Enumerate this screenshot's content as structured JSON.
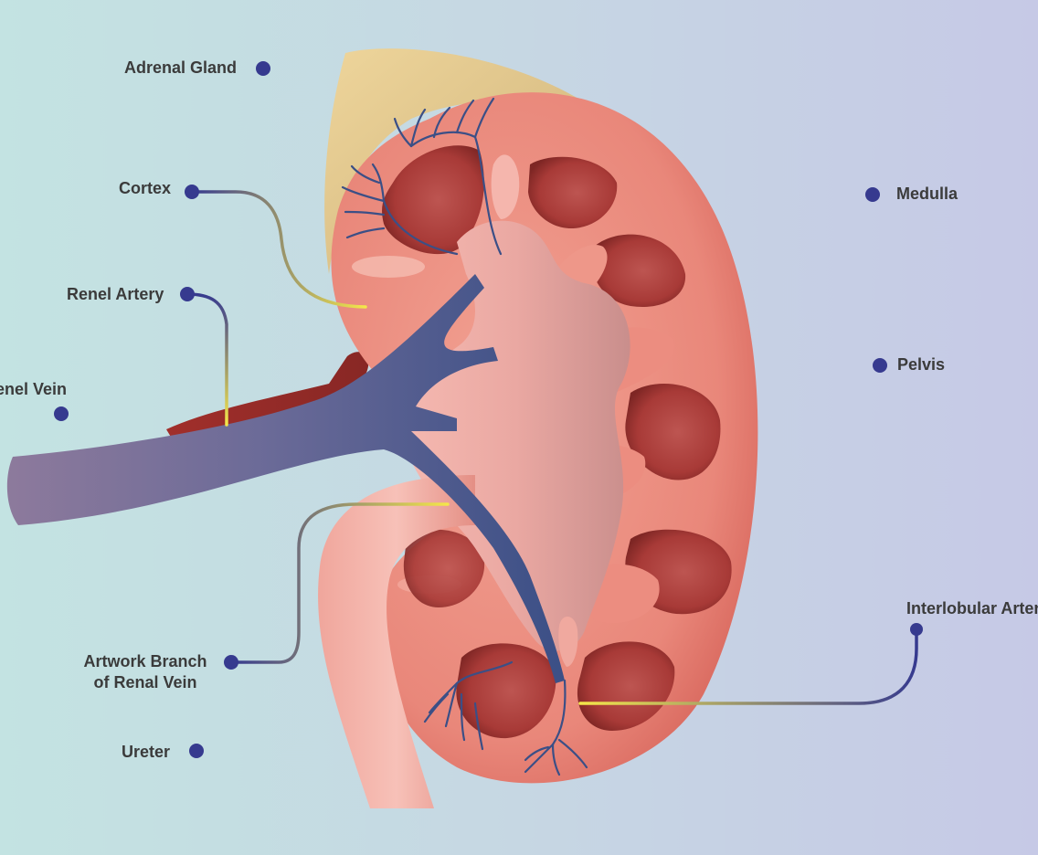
{
  "diagram": {
    "labels": {
      "adrenal_gland": "Adrenal Gland",
      "cortex": "Cortex",
      "renal_artery": "Renel Artery",
      "renal_vein": "Renel Vein",
      "branch_renal_vein_line1": "Artwork Branch",
      "branch_renal_vein_line2": "of Renal Vein",
      "ureter": "Ureter",
      "medulla": "Medulla",
      "pelvis": "Pelvis",
      "interlobular_artery": "Interlobular Artery"
    },
    "colors": {
      "background_left": "#c3e3e2",
      "background_right": "#c6c9e6",
      "label_text": "#3b3b3b",
      "pointer_dot": "#363a8f",
      "pointer_highlight": "#f4e64a",
      "cortex": "#e9877a",
      "medulla": "#a83a37",
      "pelvis": "#eaa8a2",
      "vein": "#3b4f86",
      "artery": "#9c2d2a",
      "adrenal_gland": "#e6cc8f"
    }
  }
}
